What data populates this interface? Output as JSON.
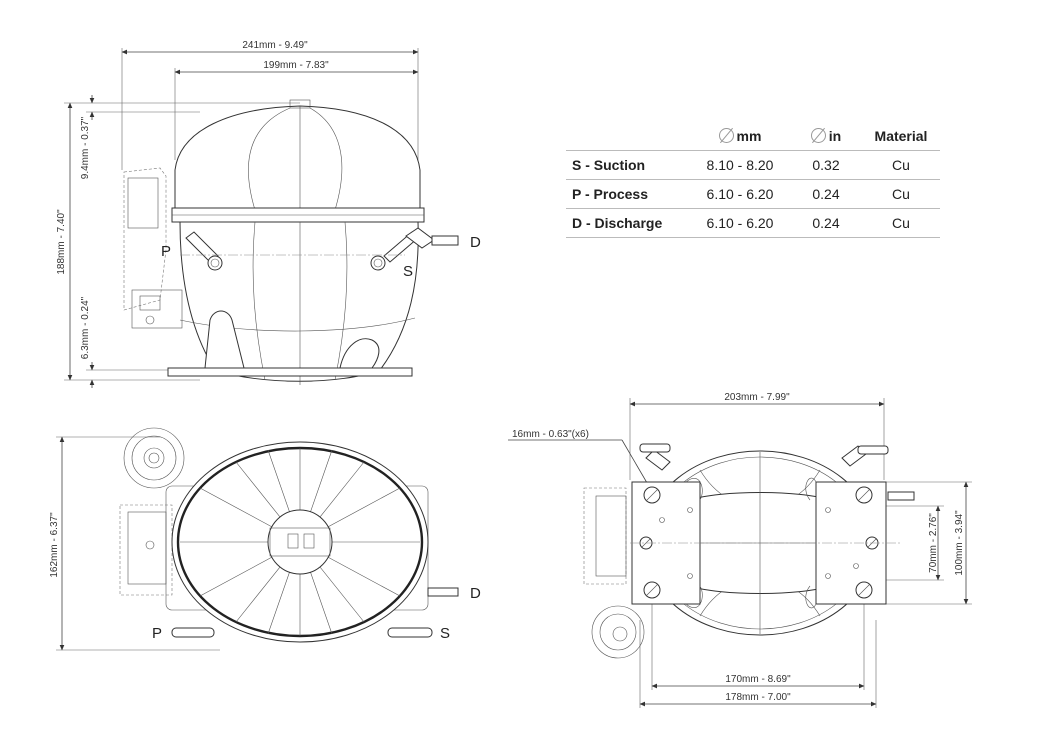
{
  "dimensions": {
    "side_total_width": "241mm - 9.49\"",
    "side_body_width": "199mm - 7.83\"",
    "side_top_offset": "9.4mm - 0.37\"",
    "side_height": "188mm - 7.40\"",
    "side_base_height": "6.3mm - 0.24\"",
    "top_depth": "162mm - 6.37\"",
    "base_width": "203mm - 7.99\"",
    "base_hole": "16mm - 0.63\"(x6)",
    "base_hole_spacing_small": "70mm - 2.76\"",
    "base_plate_height": "100mm - 3.94\"",
    "base_hole_spacing_wide": "170mm - 8.69\"",
    "base_plate_width": "178mm - 7.00\""
  },
  "labels": {
    "process": "P",
    "suction": "S",
    "discharge": "D"
  },
  "table": {
    "headers": {
      "mm": "mm",
      "in": "in",
      "material": "Material"
    },
    "rows": [
      {
        "name": "S - Suction",
        "mm": "8.10 - 8.20",
        "in": "0.32",
        "material": "Cu"
      },
      {
        "name": "P - Process",
        "mm": "6.10 - 6.20",
        "in": "0.24",
        "material": "Cu"
      },
      {
        "name": "D - Discharge",
        "mm": "6.10 - 6.20",
        "in": "0.24",
        "material": "Cu"
      }
    ]
  }
}
